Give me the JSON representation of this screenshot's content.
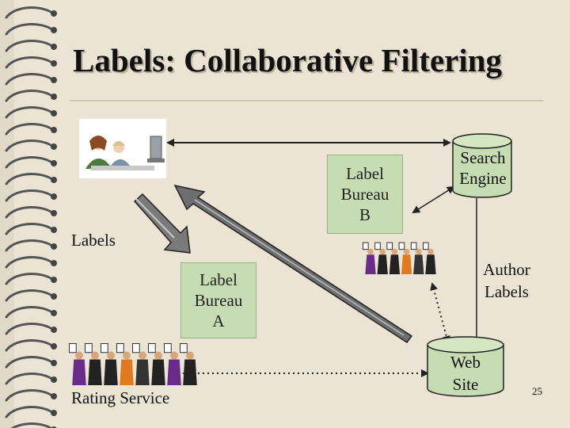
{
  "slide": {
    "title": "Labels: Collaborative Filtering",
    "page_number": "25"
  },
  "nodes": {
    "label_bureau_b": "Label\nBureau\nB",
    "label_bureau_a": "Label\nBureau\nA",
    "search_engine": "Search\nEngine",
    "web_site": "Web\nSite",
    "author_labels": "Author\nLabels",
    "labels": "Labels",
    "rating_service": "Rating Service"
  },
  "icons": [
    "spiral-binding-icon",
    "users-at-computer-icon",
    "people-holding-signs-icon"
  ]
}
